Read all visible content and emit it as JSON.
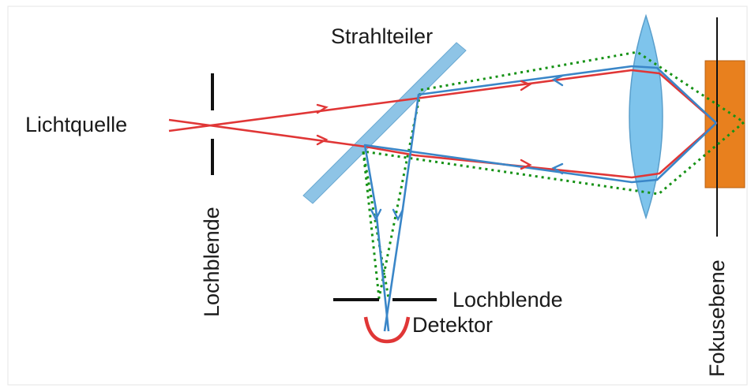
{
  "labels": {
    "light_source": "Lichtquelle",
    "beam_splitter": "Strahlteiler",
    "pinhole_left": "Lochblende",
    "pinhole_bottom": "Lochblende",
    "detector": "Detektor",
    "focal_plane": "Fokusebene"
  },
  "colors": {
    "illumination_ray": "#e03636",
    "return_ray": "#3a86c8",
    "out_of_focus_cone": "#169216",
    "beam_splitter": "#8ec4e6",
    "lens": "#7ec4ec",
    "sample": "#e8801e",
    "detector": "#e03636",
    "aperture": "#111111"
  },
  "icons": {
    "detector": "detector-cup-icon",
    "lens": "convex-lens-icon",
    "beam_splitter": "mirror-plate-icon",
    "sample": "sample-block-icon"
  }
}
